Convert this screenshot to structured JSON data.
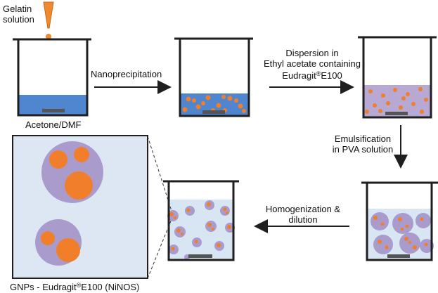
{
  "labels": {
    "gelatin_line1": "Gelatin",
    "gelatin_line2": "solution",
    "solvent": "Acetone/DMF",
    "step1": "Nanoprecipitation",
    "step2_line1": "Dispersion in",
    "step2_line2": "Ethyl acetate containing",
    "step2_line3_pre": "Eudragit",
    "step2_line3_sup": "®",
    "step2_line3_post": "E100",
    "step3_line1": "Emulsification",
    "step3_line2": "in PVA solution",
    "step4_line1": "Homogenization &",
    "step4_line2": "dilution",
    "product_pre": "GNPs - Eudragit",
    "product_sup": "®",
    "product_post": "E100 (NiNOS)"
  },
  "colors": {
    "outline": "#1f1f1f",
    "blue_liquid": "#4f86cf",
    "purple_liquid": "#b7a9d3",
    "pale_liquid": "#d8e5f3",
    "orange_particle": "#f07e2a",
    "droplet": "#a99ccd",
    "pipette": "#f08a30",
    "stir_bar": "#555555"
  }
}
